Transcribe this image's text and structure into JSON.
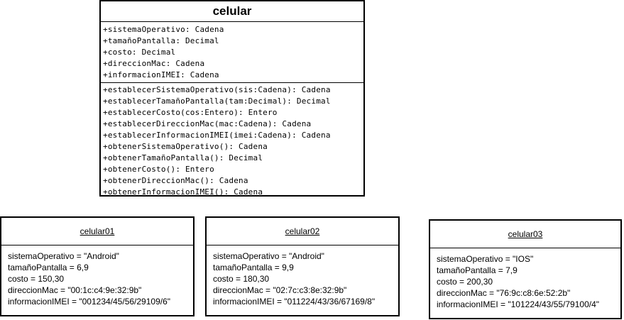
{
  "class": {
    "name": "celular",
    "attributes": [
      "+sistemaOperativo: Cadena",
      "+tamañoPantalla: Decimal",
      "+costo: Decimal",
      "+direccionMac: Cadena",
      "+informacionIMEI: Cadena"
    ],
    "operations": [
      "+establecerSistemaOperativo(sis:Cadena): Cadena",
      "+establecerTamañoPantalla(tam:Decimal): Decimal",
      "+establecerCosto(cos:Entero): Entero",
      "+establecerDireccionMac(mac:Cadena): Cadena",
      "+establecerInformacionIMEI(imei:Cadena): Cadena",
      "+obtenerSistemaOperativo(): Cadena",
      "+obtenerTamañoPantalla(): Decimal",
      "+obtenerCosto(): Entero",
      "+obtenerDireccionMac(): Cadena",
      "+obtenerInformacionIMEI(): Cadena"
    ]
  },
  "objects": [
    {
      "name": "celular01",
      "slots": [
        "sistemaOperativo = \"Android\"",
        "tamañoPantalla = 6,9",
        "costo = 150,30",
        "direccionMac = \"00:1c:c4:9e:32:9b\"",
        "informacionIMEI = \"001234/45/56/29109/6\""
      ]
    },
    {
      "name": "celular02",
      "slots": [
        "sistemaOperativo = \"Android\"",
        "tamañoPantalla = 9,9",
        "costo = 180,30",
        "direccionMac = \"02:7c:c3:8e:32:9b\"",
        "informacionIMEI = \"011224/43/36/67169/8\""
      ]
    },
    {
      "name": "celular03",
      "slots": [
        "sistemaOperativo = \"IOS\"",
        "tamañoPantalla = 7,9",
        "costo = 200,30",
        "direccionMac = \"76:9c:c8:6e:52:2b\"",
        "informacionIMEI = \"101224/43/55/79100/4\""
      ]
    }
  ]
}
